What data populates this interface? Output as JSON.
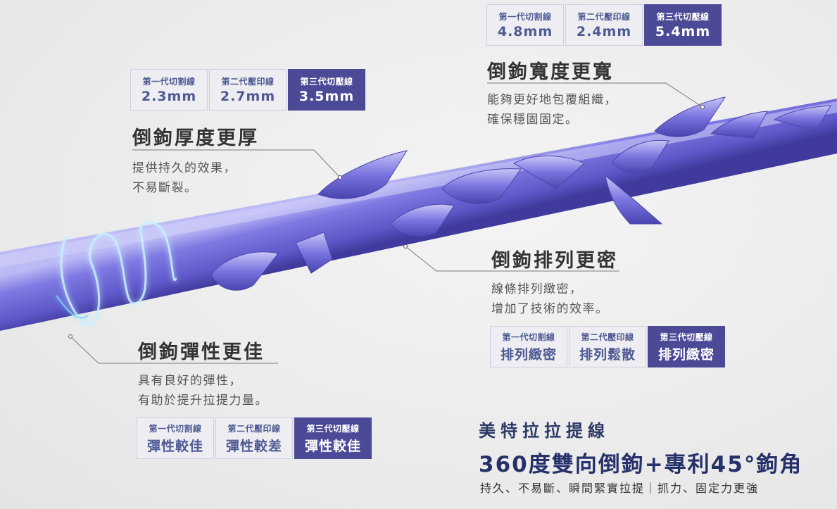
{
  "colors": {
    "accent": "#4c4a97",
    "thread_main": "#6d68d6",
    "thread_light": "#b9b8f2",
    "thread_dark": "#4a45ad",
    "comparison_bg": "#ededf2",
    "comparison_text": "#4f5a92",
    "headline": "#26306a"
  },
  "callouts": {
    "thickness": {
      "title": "倒鉤厚度更厚",
      "body": [
        "提供持久的效果，",
        "不易斷裂。"
      ],
      "comparison": [
        {
          "label": "第一代切割線",
          "value": "2.3mm",
          "highlight": false
        },
        {
          "label": "第二代壓印線",
          "value": "2.7mm",
          "highlight": false
        },
        {
          "label": "第三代切壓線",
          "value": "3.5mm",
          "highlight": true
        }
      ]
    },
    "width": {
      "title": "倒鉤寬度更寬",
      "body": [
        "能夠更好地包覆組織，",
        "確保穩固固定。"
      ],
      "comparison": [
        {
          "label": "第一代切割線",
          "value": "4.8mm",
          "highlight": false
        },
        {
          "label": "第二代壓印線",
          "value": "2.4mm",
          "highlight": false
        },
        {
          "label": "第三代切壓線",
          "value": "5.4mm",
          "highlight": true
        }
      ]
    },
    "density": {
      "title": "倒鉤排列更密",
      "body": [
        "線條排列緻密，",
        "增加了技術的效率。"
      ],
      "comparison": [
        {
          "label": "第一代切割線",
          "value": "排列緻密",
          "highlight": false
        },
        {
          "label": "第二代壓印線",
          "value": "排列鬆散",
          "highlight": false
        },
        {
          "label": "第三代切壓線",
          "value": "排列緻密",
          "highlight": true
        }
      ]
    },
    "elasticity": {
      "title": "倒鉤彈性更佳",
      "body": [
        "具有良好的彈性，",
        "有助於提升拉提力量。"
      ],
      "comparison": [
        {
          "label": "第一代切割線",
          "value": "彈性較佳",
          "highlight": false
        },
        {
          "label": "第二代壓印線",
          "value": "彈性較差",
          "highlight": false
        },
        {
          "label": "第三代切壓線",
          "value": "彈性較佳",
          "highlight": true
        }
      ]
    }
  },
  "product": {
    "name": "美特拉拉提線",
    "headline": "360度雙向倒鉤+專利45°鉤角",
    "subline": "持久、不易斷、瞬間緊實拉提｜抓力、固定力更強"
  }
}
